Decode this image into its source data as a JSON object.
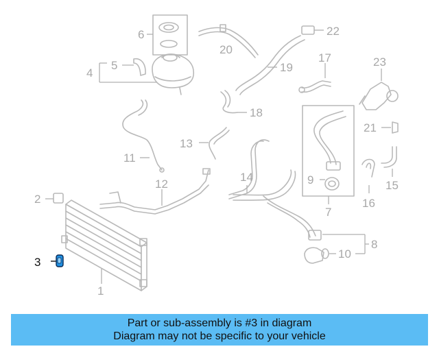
{
  "diagram": {
    "highlighted_part": "3",
    "highlight_color": "#1f8fe0",
    "callouts": {
      "c1": "1",
      "c2": "2",
      "c3": "3",
      "c4": "4",
      "c5": "5",
      "c6": "6",
      "c7": "7",
      "c8": "8",
      "c9": "9",
      "c10": "10",
      "c11": "11",
      "c12": "12",
      "c13": "13",
      "c14": "14",
      "c15": "15",
      "c16": "16",
      "c17": "17",
      "c18": "18",
      "c19": "19",
      "c20": "20",
      "c21": "21",
      "c22": "22",
      "c23": "23"
    }
  },
  "banner": {
    "line1": "Part or sub-assembly is #3 in diagram",
    "line2": "Diagram may not be specific to your vehicle",
    "background": "#5bbcf4"
  }
}
